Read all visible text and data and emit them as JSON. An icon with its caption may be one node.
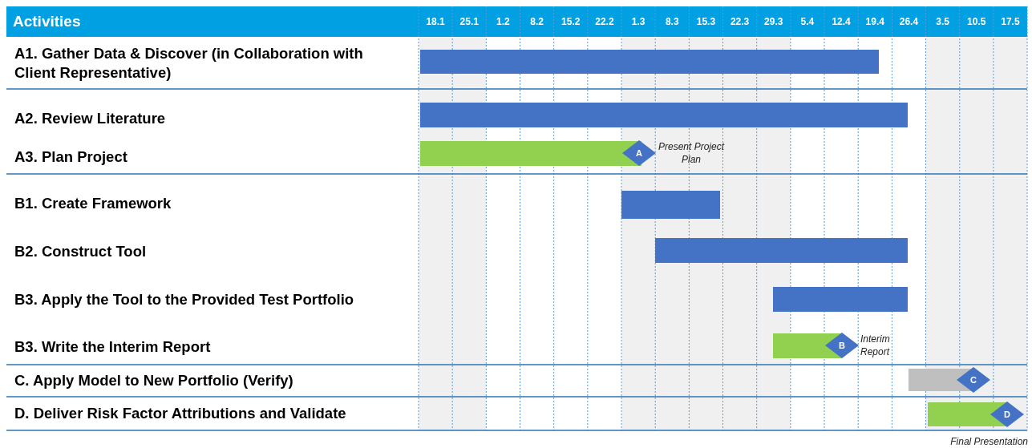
{
  "diagram": {
    "nodes": [
      {
        "text": [
          "A1. Gather Data & Discover (in Collaboration with Client Representative)"
        ]
      },
      {
        "text": [
          "A2. Review Literature"
        ]
      },
      {
        "text": [
          "A3. Plan Project"
        ]
      },
      {
        "text": [
          "B1. Create Framework"
        ]
      },
      {
        "text": [
          "B2. Construct Tool"
        ]
      },
      {
        "text": [
          "B3. Apply the Tool to the Provided Test Portfolio"
        ]
      },
      {
        "text": [
          "B3. Write the Interim Report"
        ]
      },
      {
        "text": [
          "C. Apply Model to New Portfolio (Verify)"
        ]
      },
      {
        "text": [
          "D. Deliver Risk Factor Attributions and Validate"
        ]
      },
      {
        "text": [],
        "shape": "bar"
      },
      {
        "text": [],
        "shape": "bar"
      },
      {
        "text": [],
        "shape": "bar"
      },
      {
        "text": [],
        "shape": "bar"
      },
      {
        "text": [],
        "shape": "bar"
      },
      {
        "text": [],
        "shape": "bar"
      },
      {
        "text": [],
        "shape": "bar"
      },
      {
        "text": [],
        "shape": "bar"
      },
      {
        "text": [],
        "shape": "bar"
      },
      {
        "text": [
          "A"
        ],
        "beside": [
          "Present Project Plan"
        ]
      },
      {
        "text": [
          "B"
        ],
        "beside": [
          "Interim Report"
        ]
      },
      {
        "text": [
          "C"
        ]
      },
      {
        "text": [
          "D"
        ],
        "beside": [
          "Final Presentation"
        ]
      }
    ],
    "labels": [
      "Activities",
      "18.1",
      "25.1",
      "1.2",
      "8.2",
      "15.2",
      "22.2",
      "1.3",
      "8.3",
      "15.3",
      "22.3",
      "29.3",
      "5.4",
      "12.4",
      "19.4",
      "26.4",
      "3.5",
      "10.5",
      "17.5"
    ]
  }
}
